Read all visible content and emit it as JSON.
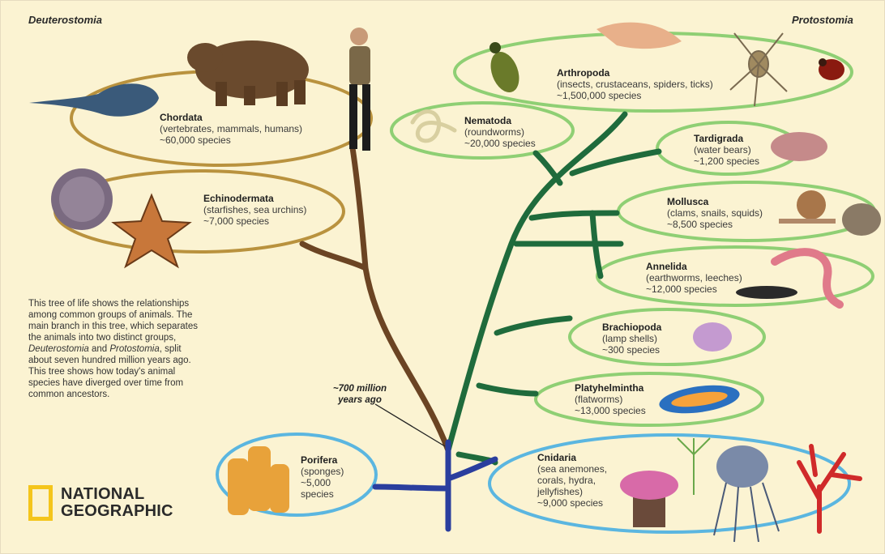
{
  "groups": {
    "left": "Deuterostomia",
    "right": "Protostomia"
  },
  "taxa": {
    "chordata": {
      "name": "Chordata",
      "desc": "(vertebrates, mammals, humans)",
      "count": "~60,000 species"
    },
    "echinodermata": {
      "name": "Echinodermata",
      "desc": "(starfishes, sea urchins)",
      "count": "~7,000 species"
    },
    "arthropoda": {
      "name": "Arthropoda",
      "desc": "(insects, crustaceans, spiders, ticks)",
      "count": "~1,500,000 species"
    },
    "nematoda": {
      "name": "Nematoda",
      "desc": "(roundworms)",
      "count": "~20,000 species"
    },
    "tardigrada": {
      "name": "Tardigrada",
      "desc": "(water bears)",
      "count": "~1,200 species"
    },
    "mollusca": {
      "name": "Mollusca",
      "desc": "(clams, snails, squids)",
      "count": "~8,500 species"
    },
    "annelida": {
      "name": "Annelida",
      "desc": "(earthworms, leeches)",
      "count": "~12,000 species"
    },
    "brachiopoda": {
      "name": "Brachiopoda",
      "desc": "(lamp shells)",
      "count": "~300 species"
    },
    "platyhelmintha": {
      "name": "Platyhelmintha",
      "desc": "(flatworms)",
      "count": "~13,000 species"
    },
    "porifera": {
      "name": "Porifera",
      "desc1": "(sponges)",
      "desc2": "~5,000",
      "count": "species"
    },
    "cnidaria": {
      "name": "Cnidaria",
      "desc1": "(sea anemones,",
      "desc2": "corals, hydra,",
      "desc3": "jellyfishes)",
      "count": "~9,000 species"
    }
  },
  "note": {
    "line1": "This tree of life shows the relationships",
    "line2": "among common groups of animals. The",
    "line3": "main branch in this tree, which separates",
    "line4": "the animals into two distinct groups,",
    "line5a": "Deuterostomia",
    "line5b": " and ",
    "line5c": "Protostomia",
    "line5d": ", split",
    "line6": "about seven hundred million years ago.",
    "line7": "This tree shows how today's animal",
    "line8": "species have diverged over time from",
    "line9": "common ancestors."
  },
  "time": {
    "line1": "~700 million",
    "line2": "years ago"
  },
  "logo": {
    "line1": "NATIONAL",
    "line2": "GEOGRAPHIC"
  },
  "colors": {
    "background": "#fbf3d2",
    "deuterostome_branch": "#6b4423",
    "protostome_branch": "#1f6b3c",
    "root_branch": "#2a3e9e",
    "deuterostome_ellipse": "#b9923e",
    "protostome_ellipse": "#8fcf74",
    "root_ellipse": "#5bb6e0"
  }
}
